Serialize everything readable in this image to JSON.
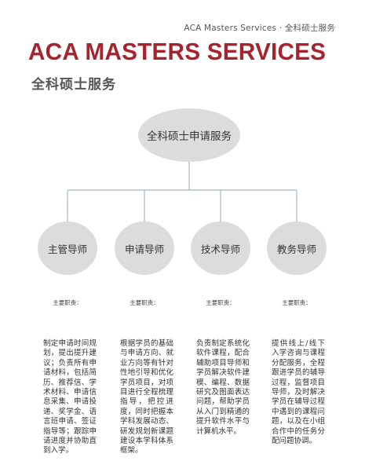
{
  "header": {
    "tag": "ACA Masters Services · 全科硕士服务",
    "title": "ACA MASTERS SERVICES",
    "subtitle": "全科硕士服务"
  },
  "diagram": {
    "root": {
      "label": "全科硕士申请服务"
    },
    "roles": [
      {
        "label": "主管导师",
        "duty_heading": "主要职责：",
        "duty": "制定申请时间规划，提出提升建议；负责所有申请材料，包括简历、推荐信、学术材料、申请信息采集、申请投递、奖学金、语言班申请、签证指导等；跟踪申请进度并协助直到入学。"
      },
      {
        "label": "申请导师",
        "duty_heading": "主要职责：",
        "duty": "根据学员的基础与申请方向、就业方向等有针对性地引导和优化学员项目，对项目进行全程梳理指导，把控进度，同时把握本学科发展动态、研发规划新课题建设本学科体系框架。"
      },
      {
        "label": "技术导师",
        "duty_heading": "主要职责：",
        "duty": "负责制定系统化软件课程，配合辅助项目导师和学员解决软件建模、编程、数据研究及图面表达问题，帮助学员从入门到精通的提升软件水平与计算机水平。"
      },
      {
        "label": "教务导师",
        "duty_heading": "主要职责：",
        "duty": "提供线上/线下入学咨询与课程分配服务，全程跟进学员的辅导过程，监督项目导师，及时解决学员在辅导过程中遇到的课程问题，以及在小组合作中的任务分配问题协调。"
      }
    ]
  },
  "colors": {
    "brand": "#a7242e",
    "node_fill": "#dcdcdc",
    "connector": "#a8b4c8"
  }
}
